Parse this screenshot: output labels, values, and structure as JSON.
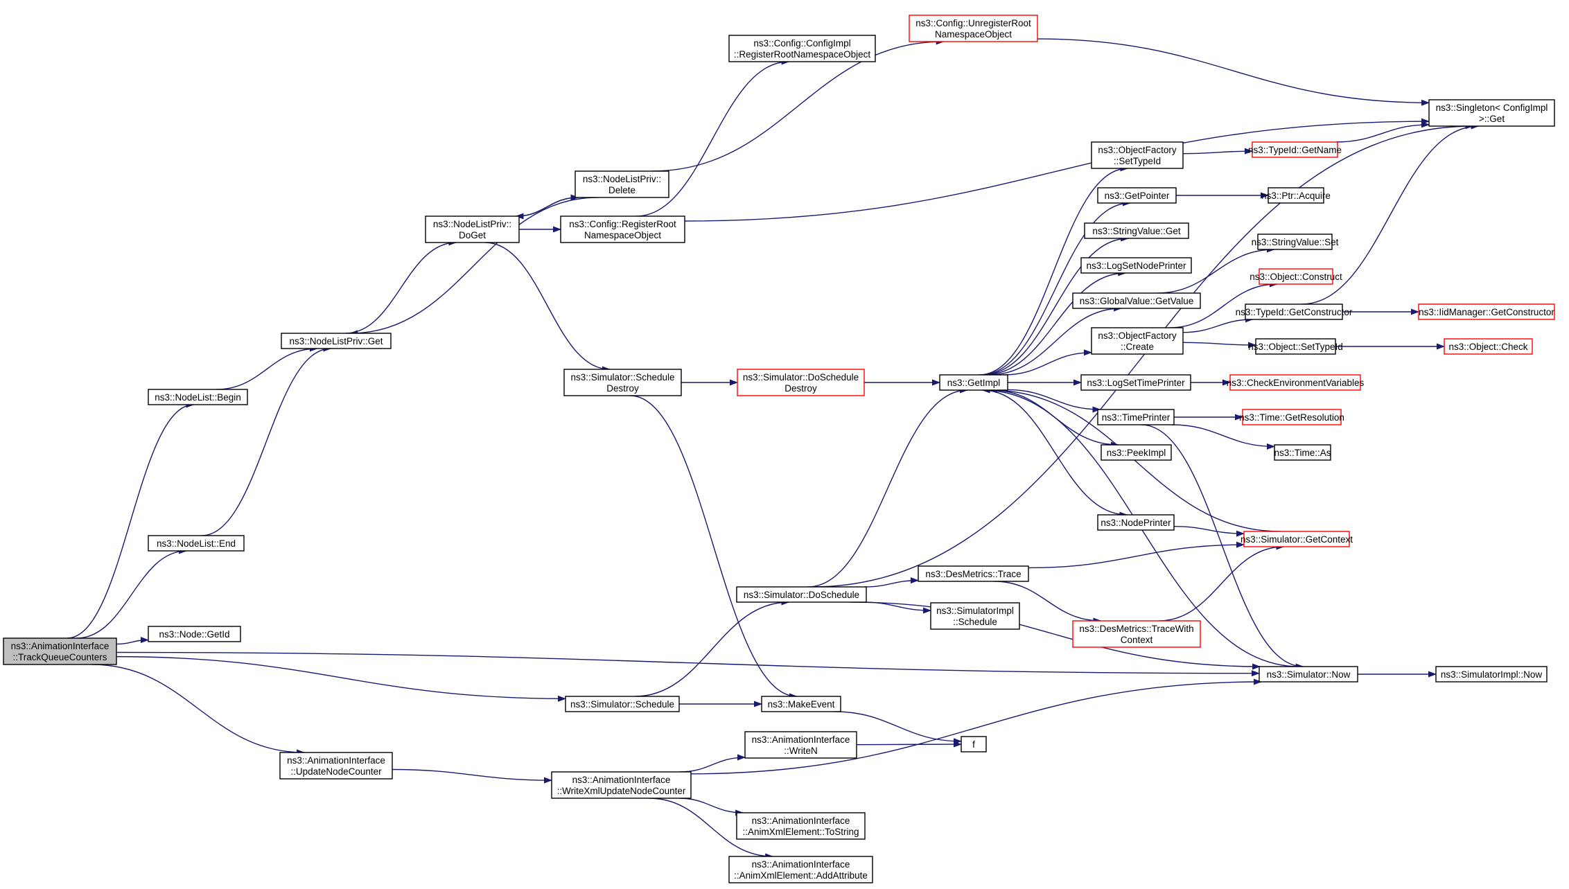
{
  "colors": {
    "edge": "#191970",
    "border": "#000000",
    "incomplete_border": "#ff0000",
    "focus_fill": "#bfbfbf"
  },
  "nodes": [
    {
      "id": "n_track",
      "lines": [
        "ns3::AnimationInterface",
        "::TrackQueueCounters"
      ],
      "style": "focus"
    },
    {
      "id": "n_nl_begin",
      "lines": [
        "ns3::NodeList::Begin"
      ],
      "style": "normal"
    },
    {
      "id": "n_nl_end",
      "lines": [
        "ns3::NodeList::End"
      ],
      "style": "normal"
    },
    {
      "id": "n_node_getid",
      "lines": [
        "ns3::Node::GetId"
      ],
      "style": "normal"
    },
    {
      "id": "n_nlp_get",
      "lines": [
        "ns3::NodeListPriv::Get"
      ],
      "style": "normal"
    },
    {
      "id": "n_nlp_doget",
      "lines": [
        "ns3::NodeListPriv::",
        "DoGet"
      ],
      "style": "normal"
    },
    {
      "id": "n_nlp_delete",
      "lines": [
        "ns3::NodeListPriv::",
        "Delete"
      ],
      "style": "normal"
    },
    {
      "id": "n_cfg_reg",
      "lines": [
        "ns3::Config::RegisterRoot",
        "NamespaceObject"
      ],
      "style": "normal"
    },
    {
      "id": "n_cfgimpl_reg",
      "lines": [
        "ns3::Config::ConfigImpl",
        "::RegisterRootNamespaceObject"
      ],
      "style": "normal"
    },
    {
      "id": "n_cfg_unreg",
      "lines": [
        "ns3::Config::UnregisterRoot",
        "NamespaceObject"
      ],
      "style": "red"
    },
    {
      "id": "n_singleton",
      "lines": [
        "ns3::Singleton< ConfigImpl",
        ">::Get"
      ],
      "style": "normal"
    },
    {
      "id": "n_sim_schdestroy",
      "lines": [
        "ns3::Simulator::Schedule",
        "Destroy"
      ],
      "style": "normal"
    },
    {
      "id": "n_sim_doschdestroy",
      "lines": [
        "ns3::Simulator::DoSchedule",
        "Destroy"
      ],
      "style": "red"
    },
    {
      "id": "n_getimpl",
      "lines": [
        "ns3::GetImpl"
      ],
      "style": "normal"
    },
    {
      "id": "n_of_settypeid",
      "lines": [
        "ns3::ObjectFactory",
        "::SetTypeId"
      ],
      "style": "normal"
    },
    {
      "id": "n_getpointer",
      "lines": [
        "ns3::GetPointer"
      ],
      "style": "normal"
    },
    {
      "id": "n_stringvalue_get",
      "lines": [
        "ns3::StringValue::Get"
      ],
      "style": "normal"
    },
    {
      "id": "n_logsetnodeprinter",
      "lines": [
        "ns3::LogSetNodePrinter"
      ],
      "style": "normal"
    },
    {
      "id": "n_gv_getvalue",
      "lines": [
        "ns3::GlobalValue::GetValue"
      ],
      "style": "normal"
    },
    {
      "id": "n_of_create",
      "lines": [
        "ns3::ObjectFactory",
        "::Create"
      ],
      "style": "normal"
    },
    {
      "id": "n_logsettimeprinter",
      "lines": [
        "ns3::LogSetTimePrinter"
      ],
      "style": "normal"
    },
    {
      "id": "n_timeprinter",
      "lines": [
        "ns3::TimePrinter"
      ],
      "style": "normal"
    },
    {
      "id": "n_peekimpl",
      "lines": [
        "ns3::PeekImpl"
      ],
      "style": "normal"
    },
    {
      "id": "n_nodeprinter",
      "lines": [
        "ns3::NodePrinter"
      ],
      "style": "normal"
    },
    {
      "id": "n_typeid_getname",
      "lines": [
        "ns3::TypeId::GetName"
      ],
      "style": "red"
    },
    {
      "id": "n_ptr_acquire",
      "lines": [
        "ns3::Ptr::Acquire"
      ],
      "style": "normal"
    },
    {
      "id": "n_stringvalue_set",
      "lines": [
        "ns3::StringValue::Set"
      ],
      "style": "normal"
    },
    {
      "id": "n_object_construct",
      "lines": [
        "ns3::Object::Construct"
      ],
      "style": "red"
    },
    {
      "id": "n_typeid_getctor",
      "lines": [
        "ns3::TypeId::GetConstructor"
      ],
      "style": "normal"
    },
    {
      "id": "n_iidmgr_getctor",
      "lines": [
        "ns3::IidManager::GetConstructor"
      ],
      "style": "red"
    },
    {
      "id": "n_object_settypeid",
      "lines": [
        "ns3::Object::SetTypeId"
      ],
      "style": "normal"
    },
    {
      "id": "n_object_check",
      "lines": [
        "ns3::Object::Check"
      ],
      "style": "red"
    },
    {
      "id": "n_checkenv",
      "lines": [
        "ns3::CheckEnvironmentVariables"
      ],
      "style": "red"
    },
    {
      "id": "n_time_getres",
      "lines": [
        "ns3::Time::GetResolution"
      ],
      "style": "red"
    },
    {
      "id": "n_time_as",
      "lines": [
        "ns3::Time::As"
      ],
      "style": "normal"
    },
    {
      "id": "n_sim_getcontext",
      "lines": [
        "ns3::Simulator::GetContext"
      ],
      "style": "red"
    },
    {
      "id": "n_desmetrics_trace",
      "lines": [
        "ns3::DesMetrics::Trace"
      ],
      "style": "normal"
    },
    {
      "id": "n_desmetrics_tracewith",
      "lines": [
        "ns3::DesMetrics::TraceWith",
        "Context"
      ],
      "style": "red"
    },
    {
      "id": "n_simimpl_schedule",
      "lines": [
        "ns3::SimulatorImpl",
        "::Schedule"
      ],
      "style": "normal"
    },
    {
      "id": "n_sim_doschedule",
      "lines": [
        "ns3::Simulator::DoSchedule"
      ],
      "style": "normal"
    },
    {
      "id": "n_sim_now",
      "lines": [
        "ns3::Simulator::Now"
      ],
      "style": "normal"
    },
    {
      "id": "n_simimpl_now",
      "lines": [
        "ns3::SimulatorImpl::Now"
      ],
      "style": "normal"
    },
    {
      "id": "n_sim_schedule",
      "lines": [
        "ns3::Simulator::Schedule"
      ],
      "style": "normal"
    },
    {
      "id": "n_makeevent",
      "lines": [
        "ns3::MakeEvent"
      ],
      "style": "normal"
    },
    {
      "id": "n_f",
      "lines": [
        "f"
      ],
      "style": "normal"
    },
    {
      "id": "n_ai_updatenodecounter",
      "lines": [
        "ns3::AnimationInterface",
        "::UpdateNodeCounter"
      ],
      "style": "normal"
    },
    {
      "id": "n_ai_writexmlupdate",
      "lines": [
        "ns3::AnimationInterface",
        "::WriteXmlUpdateNodeCounter"
      ],
      "style": "normal"
    },
    {
      "id": "n_ai_writen",
      "lines": [
        "ns3::AnimationInterface",
        "::WriteN"
      ],
      "style": "normal"
    },
    {
      "id": "n_ai_tostring",
      "lines": [
        "ns3::AnimationInterface",
        "::AnimXmlElement::ToString"
      ],
      "style": "normal"
    },
    {
      "id": "n_ai_addattribute",
      "lines": [
        "ns3::AnimationInterface",
        "::AnimXmlElement::AddAttribute"
      ],
      "style": "normal"
    }
  ],
  "edges": [
    [
      "n_track",
      "n_nl_begin"
    ],
    [
      "n_track",
      "n_nl_end"
    ],
    [
      "n_track",
      "n_node_getid"
    ],
    [
      "n_track",
      "n_sim_now"
    ],
    [
      "n_track",
      "n_sim_schedule"
    ],
    [
      "n_track",
      "n_ai_updatenodecounter"
    ],
    [
      "n_nl_begin",
      "n_nlp_get"
    ],
    [
      "n_nl_end",
      "n_nlp_get"
    ],
    [
      "n_nlp_get",
      "n_nlp_doget"
    ],
    [
      "n_nlp_delete",
      "n_nlp_get"
    ],
    [
      "n_nlp_doget",
      "n_nlp_delete"
    ],
    [
      "n_nlp_delete",
      "n_nlp_doget"
    ],
    [
      "n_nlp_doget",
      "n_cfg_reg"
    ],
    [
      "n_nlp_doget",
      "n_sim_schdestroy"
    ],
    [
      "n_nlp_delete",
      "n_cfg_unreg"
    ],
    [
      "n_cfg_reg",
      "n_cfgimpl_reg"
    ],
    [
      "n_cfg_reg",
      "n_singleton"
    ],
    [
      "n_cfg_unreg",
      "n_singleton"
    ],
    [
      "n_sim_schdestroy",
      "n_sim_doschdestroy"
    ],
    [
      "n_sim_schdestroy",
      "n_makeevent"
    ],
    [
      "n_sim_doschdestroy",
      "n_getimpl"
    ],
    [
      "n_getimpl",
      "n_of_settypeid"
    ],
    [
      "n_getimpl",
      "n_getpointer"
    ],
    [
      "n_getimpl",
      "n_stringvalue_get"
    ],
    [
      "n_getimpl",
      "n_logsetnodeprinter"
    ],
    [
      "n_getimpl",
      "n_gv_getvalue"
    ],
    [
      "n_getimpl",
      "n_of_create"
    ],
    [
      "n_getimpl",
      "n_logsettimeprinter"
    ],
    [
      "n_getimpl",
      "n_timeprinter"
    ],
    [
      "n_getimpl",
      "n_peekimpl"
    ],
    [
      "n_getimpl",
      "n_nodeprinter"
    ],
    [
      "n_of_settypeid",
      "n_typeid_getname"
    ],
    [
      "n_typeid_getname",
      "n_singleton"
    ],
    [
      "n_getpointer",
      "n_ptr_acquire"
    ],
    [
      "n_gv_getvalue",
      "n_stringvalue_set"
    ],
    [
      "n_of_create",
      "n_object_construct"
    ],
    [
      "n_of_create",
      "n_typeid_getctor"
    ],
    [
      "n_of_create",
      "n_object_settypeid"
    ],
    [
      "n_typeid_getctor",
      "n_iidmgr_getctor"
    ],
    [
      "n_typeid_getctor",
      "n_singleton"
    ],
    [
      "n_object_settypeid",
      "n_object_check"
    ],
    [
      "n_logsettimeprinter",
      "n_checkenv"
    ],
    [
      "n_timeprinter",
      "n_time_getres"
    ],
    [
      "n_timeprinter",
      "n_time_as"
    ],
    [
      "n_timeprinter",
      "n_sim_now"
    ],
    [
      "n_nodeprinter",
      "n_sim_getcontext"
    ],
    [
      "n_sim_getcontext",
      "n_getimpl"
    ],
    [
      "n_sim_doschedule",
      "n_getimpl"
    ],
    [
      "n_sim_doschedule",
      "n_singleton"
    ],
    [
      "n_sim_doschedule",
      "n_desmetrics_trace"
    ],
    [
      "n_sim_doschedule",
      "n_simimpl_schedule"
    ],
    [
      "n_sim_doschedule",
      "n_sim_now"
    ],
    [
      "n_desmetrics_trace",
      "n_sim_getcontext"
    ],
    [
      "n_desmetrics_trace",
      "n_desmetrics_tracewith"
    ],
    [
      "n_desmetrics_tracewith",
      "n_sim_getcontext"
    ],
    [
      "n_sim_now",
      "n_getimpl"
    ],
    [
      "n_sim_now",
      "n_simimpl_now"
    ],
    [
      "n_sim_schedule",
      "n_sim_doschedule"
    ],
    [
      "n_sim_schedule",
      "n_makeevent"
    ],
    [
      "n_makeevent",
      "n_f"
    ],
    [
      "n_ai_updatenodecounter",
      "n_ai_writexmlupdate"
    ],
    [
      "n_ai_writexmlupdate",
      "n_ai_writen"
    ],
    [
      "n_ai_writexmlupdate",
      "n_ai_tostring"
    ],
    [
      "n_ai_writexmlupdate",
      "n_ai_addattribute"
    ],
    [
      "n_ai_writexmlupdate",
      "n_sim_now"
    ],
    [
      "n_ai_writen",
      "n_f"
    ]
  ]
}
